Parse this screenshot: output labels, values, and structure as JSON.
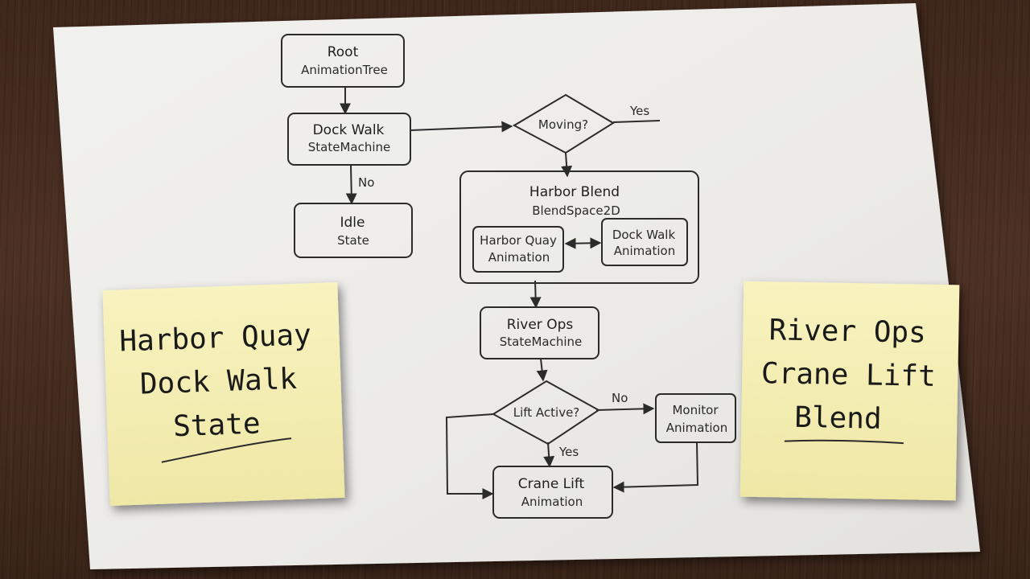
{
  "nodes": {
    "root": {
      "title": "Root",
      "subtitle": "AnimationTree"
    },
    "dock_walk": {
      "title": "Dock Walk",
      "subtitle": "StateMachine"
    },
    "idle": {
      "title": "Idle",
      "subtitle": "State"
    },
    "moving": {
      "label": "Moving?"
    },
    "harbor_blend": {
      "title": "Harbor Blend",
      "subtitle": "BlendSpace2D"
    },
    "harbor_quay_anim": {
      "title": "Harbor Quay",
      "subtitle": "Animation"
    },
    "dock_walk_anim": {
      "title": "Dock Walk",
      "subtitle": "Animation"
    },
    "river_ops": {
      "title": "River Ops",
      "subtitle": "StateMachine"
    },
    "lift_active": {
      "label": "Lift Active?"
    },
    "monitor": {
      "title": "Monitor",
      "subtitle": "Animation"
    },
    "crane_lift": {
      "title": "Crane Lift",
      "subtitle": "Animation"
    }
  },
  "edge_labels": {
    "yes_moving": "Yes",
    "no_idle": "No",
    "no_monitor": "No",
    "yes_crane": "Yes"
  },
  "sticky_left": {
    "lines": [
      "Harbor Quay",
      "Dock Walk",
      "State"
    ],
    "color": "#f7f1b5"
  },
  "sticky_right": {
    "lines": [
      "River Ops",
      "Crane Lift",
      "Blend"
    ],
    "color": "#f7f1b5"
  },
  "colors": {
    "ink": "#2b2b2b",
    "paper": "#efefed",
    "table": "#4a3022"
  }
}
